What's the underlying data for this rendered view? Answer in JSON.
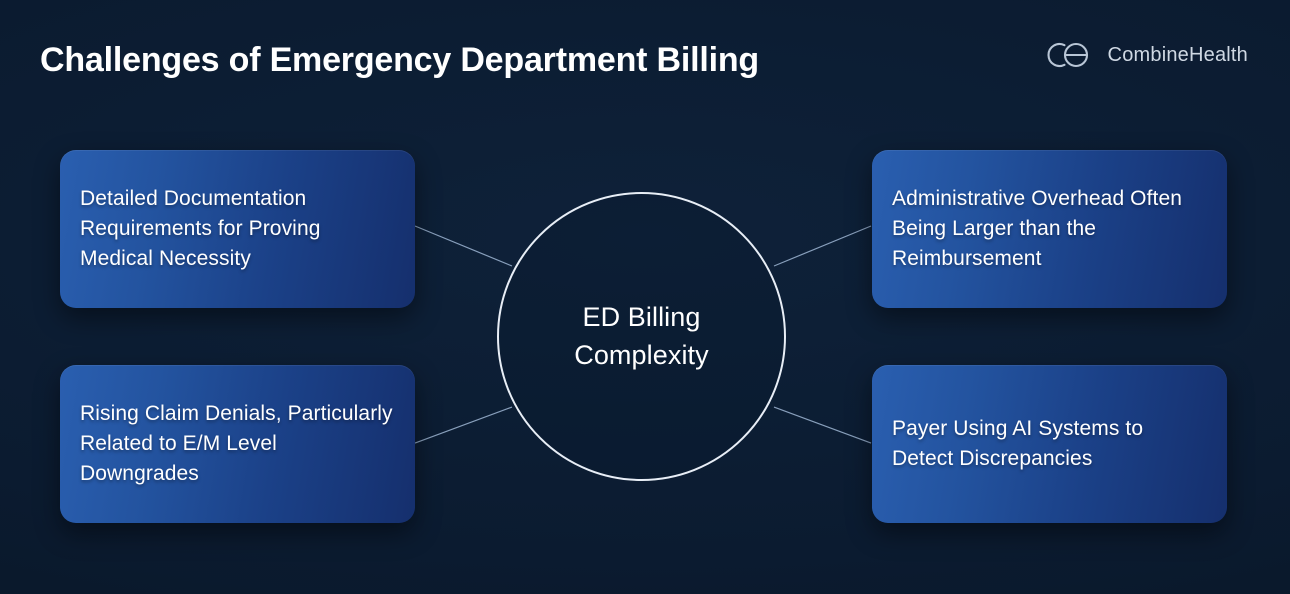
{
  "header": {
    "title": "Challenges of Emergency Department Billing",
    "brand_name": "CombineHealth",
    "brand_mark_icon": "combinehealth-logo-icon"
  },
  "theme": {
    "background": "#0b1b30",
    "card_gradient_start": "#2a5fb0",
    "card_gradient_end": "#152f6d",
    "hub_stroke": "#e8eef6",
    "connector_color": "#9fb6d4",
    "text_primary": "#ffffff",
    "brand_text": "#cfd8e3"
  },
  "diagram": {
    "type": "hub-and-spoke",
    "hub": {
      "label_line_1": "ED Billing",
      "label_line_2": "Complexity"
    },
    "cards": [
      {
        "id": "detailed-documentation",
        "position": "top-left",
        "text": "Detailed Documentation Requirements for Proving Medical Necessity"
      },
      {
        "id": "administrative-overhead",
        "position": "top-right",
        "text": "Administrative Overhead Often Being Larger than the Reimbursement"
      },
      {
        "id": "rising-claim-denials",
        "position": "bottom-left",
        "text": "Rising Claim Denials, Particularly Related to E/M Level Downgrades"
      },
      {
        "id": "payer-ai-systems",
        "position": "bottom-right",
        "text": "Payer Using AI Systems to Detect Discrepancies"
      }
    ]
  }
}
